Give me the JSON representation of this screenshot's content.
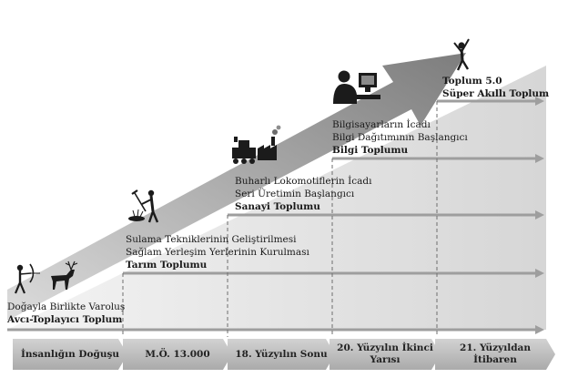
{
  "stages": [
    {
      "lines": [
        "Doğayla Birlikte Varoluş"
      ],
      "society": "Avcı-Toplayıcı Toplum"
    },
    {
      "lines": [
        "Sulama Tekniklerinin Geliştirilmesi",
        "Sağlam Yerleşim Yerlerinin Kurulması"
      ],
      "society": "Tarım Toplumu"
    },
    {
      "lines": [
        "Buharlı Lokomotiflerin İcadı",
        "Seri Üretimin Başlangıcı"
      ],
      "society": "Sanayi Toplumu"
    },
    {
      "lines": [
        "Bilgisayarların İcadı",
        "Bilgi Dağıtımının Başlangıcı"
      ],
      "society": "Bilgi Toplumu"
    },
    {
      "lines": [
        "Toplum 5.0"
      ],
      "society": "Süper Akıllı Toplum"
    }
  ],
  "timeline": [
    {
      "line1": "İnsanlığın Doğuşu",
      "line2": ""
    },
    {
      "line1": "M.Ö. 13.000",
      "line2": ""
    },
    {
      "line1": "18. Yüzyılın Sonu",
      "line2": ""
    },
    {
      "line1": "20. Yüzyılın İkinci",
      "line2": "Yarısı"
    },
    {
      "line1": "21. Yüzyıldan",
      "line2": "İtibaren"
    }
  ],
  "icons": [
    "archer-deer-icon",
    "farmer-hoe-icon",
    "factory-train-icon",
    "computer-user-icon",
    "cheering-person-icon"
  ],
  "colors": {
    "arrow": "#8f8f8f",
    "wedge": "#dedede",
    "timeline": "#b5b5b5",
    "text": "#1a1a1a"
  }
}
